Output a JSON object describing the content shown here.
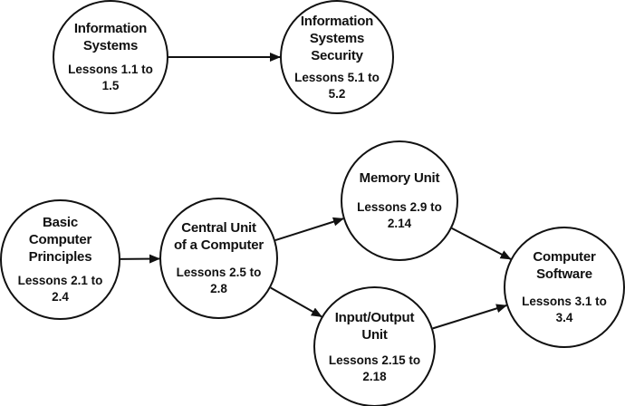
{
  "nodes": {
    "info_systems": {
      "title": [
        "Information",
        "Systems"
      ],
      "lessons": [
        "Lessons 1.1 to",
        "1.5"
      ]
    },
    "info_security": {
      "title": [
        "Information",
        "Systems",
        "Security"
      ],
      "lessons": [
        "Lessons 5.1 to",
        "5.2"
      ]
    },
    "basic_principles": {
      "title": [
        "Basic",
        "Computer",
        "Principles"
      ],
      "lessons": [
        "Lessons 2.1 to",
        "2.4"
      ]
    },
    "central_unit": {
      "title": [
        "Central Unit",
        "of a Computer"
      ],
      "lessons": [
        "Lessons 2.5 to",
        "2.8"
      ]
    },
    "memory_unit": {
      "title": [
        "Memory Unit"
      ],
      "lessons": [
        "Lessons 2.9 to",
        "2.14"
      ]
    },
    "io_unit": {
      "title": [
        "Input/Output",
        "Unit"
      ],
      "lessons": [
        "Lessons 2.15 to",
        "2.18"
      ]
    },
    "software": {
      "title": [
        "Computer",
        "Software"
      ],
      "lessons": [
        "Lessons 3.1 to",
        "3.4"
      ]
    }
  },
  "edges": [
    {
      "from": "info_systems",
      "to": "info_security"
    },
    {
      "from": "basic_principles",
      "to": "central_unit"
    },
    {
      "from": "central_unit",
      "to": "memory_unit"
    },
    {
      "from": "central_unit",
      "to": "io_unit"
    },
    {
      "from": "memory_unit",
      "to": "software"
    },
    {
      "from": "io_unit",
      "to": "software"
    }
  ],
  "colors": {
    "stroke": "#111111",
    "fill": "#ffffff",
    "text": "#111111"
  }
}
